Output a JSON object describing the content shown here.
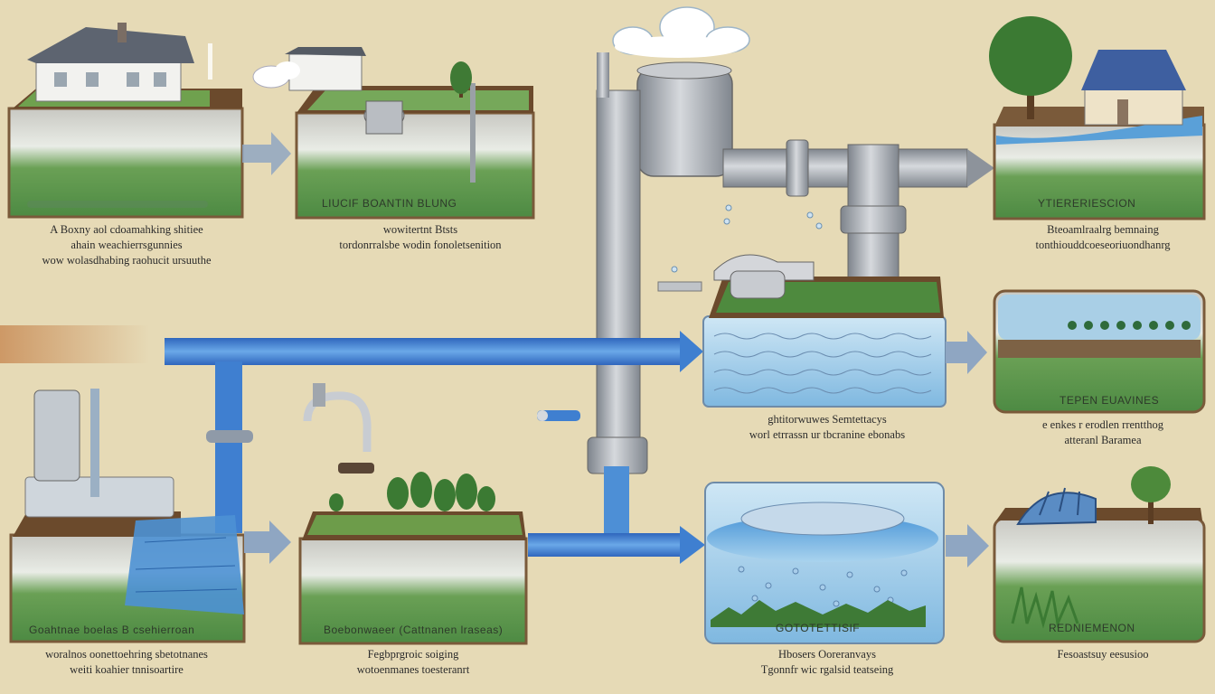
{
  "colors": {
    "background": "#e6dab6",
    "pipe_blue": "#3f7fd0",
    "pipe_grey": "#9fa4ab",
    "water": "#8cc4e6",
    "grass": "#5f9a4c",
    "soil": "#8a6a42"
  },
  "panels": {
    "house_left": {
      "label": "",
      "caption": [
        "A Boxny aol cdoamahking shitiee",
        "ahain weachierrsgunnies",
        "wow wolasdhabing raohucit ursuuthe"
      ]
    },
    "treatment_plant": {
      "label": "LIUCIF BOANTIN BLUNG",
      "caption": [
        "wowitertnt Btsts",
        "tordonrralsbe wodin fonoletsenition"
      ]
    },
    "house_right": {
      "label": "YTIERERIESCION",
      "caption": [
        "Bteoamlraalrg bemnaing",
        "tonthiouddcoeseoriuondhanrg"
      ]
    },
    "filter_tank": {
      "label": "",
      "caption": [
        "ghtitorwuwes Semtettacys",
        "worl etrrassn ur tbcranine ebonabs"
      ]
    },
    "right_mid": {
      "label": "TEPEN EUAVINES",
      "caption": [
        "e enkes r erodlen rrentthog",
        "atteranl Baramea"
      ]
    },
    "left_bottom": {
      "label": "Goahtnae boelas B csehierroan",
      "caption": [
        "woralnos oonettoehring sbetotnanes",
        "weiti koahier tnnisoartire"
      ]
    },
    "garden": {
      "label": "Boebonwaeer (Cattnanen lraseas)",
      "caption": [
        "Fegbprgroic soiging",
        "wotoenmanes toesteranrt"
      ]
    },
    "storage_tank": {
      "label": "GOTOTETTISIF",
      "caption": [
        "Hbosers Ooreranvays",
        "Tgonnfr wic rgalsid teatseing"
      ]
    },
    "greenhouse": {
      "label": "REDNIEMENON",
      "caption": [
        "Fesoastsuy eesusioo"
      ]
    }
  },
  "icons": [
    "cloud-icon",
    "house-icon",
    "tree-icon",
    "faucet-icon",
    "droplet-icon",
    "arrow-right-icon",
    "greenhouse-icon"
  ]
}
